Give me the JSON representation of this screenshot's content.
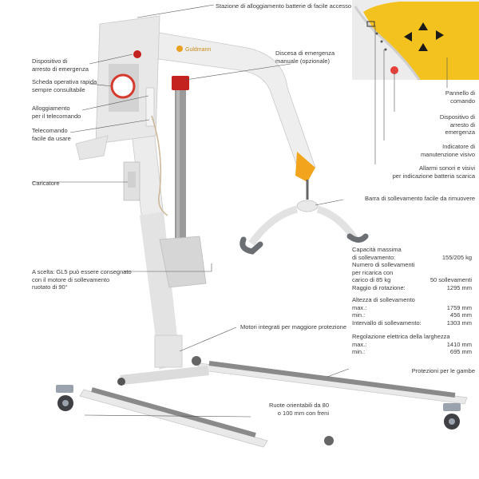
{
  "brand": "Guldmann",
  "inset": {
    "background": "#f2f2f2",
    "panel_color": "#f2c21f"
  },
  "callouts": {
    "battery_station": "Stazione di alloggiamento batterie di facile accesso",
    "emergency_stop_left": "Dispositivo di\narresto di emergenza",
    "quick_card": "Scheda operativa rapida\nsempre consultabile",
    "remote_holder": "Alloggiamento\nper il telecomando",
    "remote": "Telecomando\nfacile da usare",
    "charger": "Caricatore",
    "manual_descent": "Discesa di emergenza\nmanuale (opzionale)",
    "control_panel": "Pannello di\ncomando",
    "emergency_stop_right": "Dispositivo di\narresto di\nemergenza",
    "service_indicator": "Indicatore di\nmanutenzione visivo",
    "alarms": "Allarmi sonori e visivi\nper indicazione batteria scarica",
    "lifting_bar": "Barra di sollevamento facile da rimuovere",
    "gl5_option": "A scelta: GL5 può essere consegnato\ncon il motore di sollevamento\nruotato di 90°",
    "integrated_motors": "Motori integrati per maggiore protezione",
    "leg_protection": "Protezioni per le gambe",
    "wheels": "Ruote orientabili da 80\no 100 mm con freni"
  },
  "specs": {
    "capacity": [
      {
        "label": "Capacità massima\ndi sollevamento:",
        "value": "155/205 kg"
      },
      {
        "label": "Numero di sollevamenti\nper ricarica con\ncarico di 85 kg",
        "value": "50 sollevamenti"
      },
      {
        "label": "Raggio di rotazione:",
        "value": "1295 mm"
      }
    ],
    "height_title": "Altezza di sollevamento",
    "height": [
      {
        "label": "max.:",
        "value": "1759 mm"
      },
      {
        "label": "min.:",
        "value": "456 mm"
      },
      {
        "label": "Intervallo di sollevamento:",
        "value": "1303 mm"
      }
    ],
    "width_title": "Regolazione elettrica della larghezza",
    "width": [
      {
        "label": "max.:",
        "value": "1410 mm"
      },
      {
        "label": "min.:",
        "value": "695 mm"
      }
    ]
  }
}
